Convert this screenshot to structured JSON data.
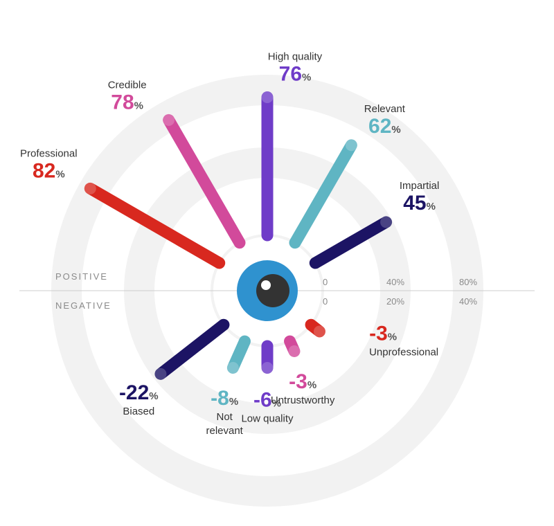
{
  "chart_data": {
    "type": "radial-bar",
    "units": "%",
    "sections": {
      "positive": "POSITIVE",
      "negative": "NEGATIVE"
    },
    "scale": {
      "positive": {
        "labels": [
          "0",
          "40%",
          "80%"
        ],
        "values": [
          0,
          40,
          80
        ]
      },
      "negative": {
        "labels": [
          "0",
          "20%",
          "40%"
        ],
        "values": [
          0,
          20,
          40
        ]
      }
    },
    "positive": [
      {
        "label": "Professional",
        "value": 82,
        "display": "82",
        "color": "#d8281f"
      },
      {
        "label": "Credible",
        "value": 78,
        "display": "78",
        "color": "#d24a9b"
      },
      {
        "label": "High quality",
        "value": 76,
        "display": "76",
        "color": "#6f3cc8"
      },
      {
        "label": "Relevant",
        "value": 62,
        "display": "62",
        "color": "#5fb5c3"
      },
      {
        "label": "Impartial",
        "value": 45,
        "display": "45",
        "color": "#1c1464"
      }
    ],
    "negative": [
      {
        "label": "Biased",
        "value": -22,
        "display": "-22",
        "color": "#1c1464"
      },
      {
        "label": "Not relevant",
        "value": -8,
        "display": "-8",
        "color": "#5fb5c3"
      },
      {
        "label": "Low quality",
        "value": -6,
        "display": "-6",
        "color": "#6f3cc8"
      },
      {
        "label": "Untrustworthy",
        "value": -3,
        "display": "-3",
        "color": "#d24a9b"
      },
      {
        "label": "Unprofessional",
        "value": -3,
        "display": "-3",
        "color": "#d8281f"
      }
    ],
    "percent_sign": "%",
    "colors": {
      "eye": "#2f92cf",
      "pupil": "#333333",
      "ring": "#f2f2f2",
      "divider": "#cccccc"
    }
  }
}
